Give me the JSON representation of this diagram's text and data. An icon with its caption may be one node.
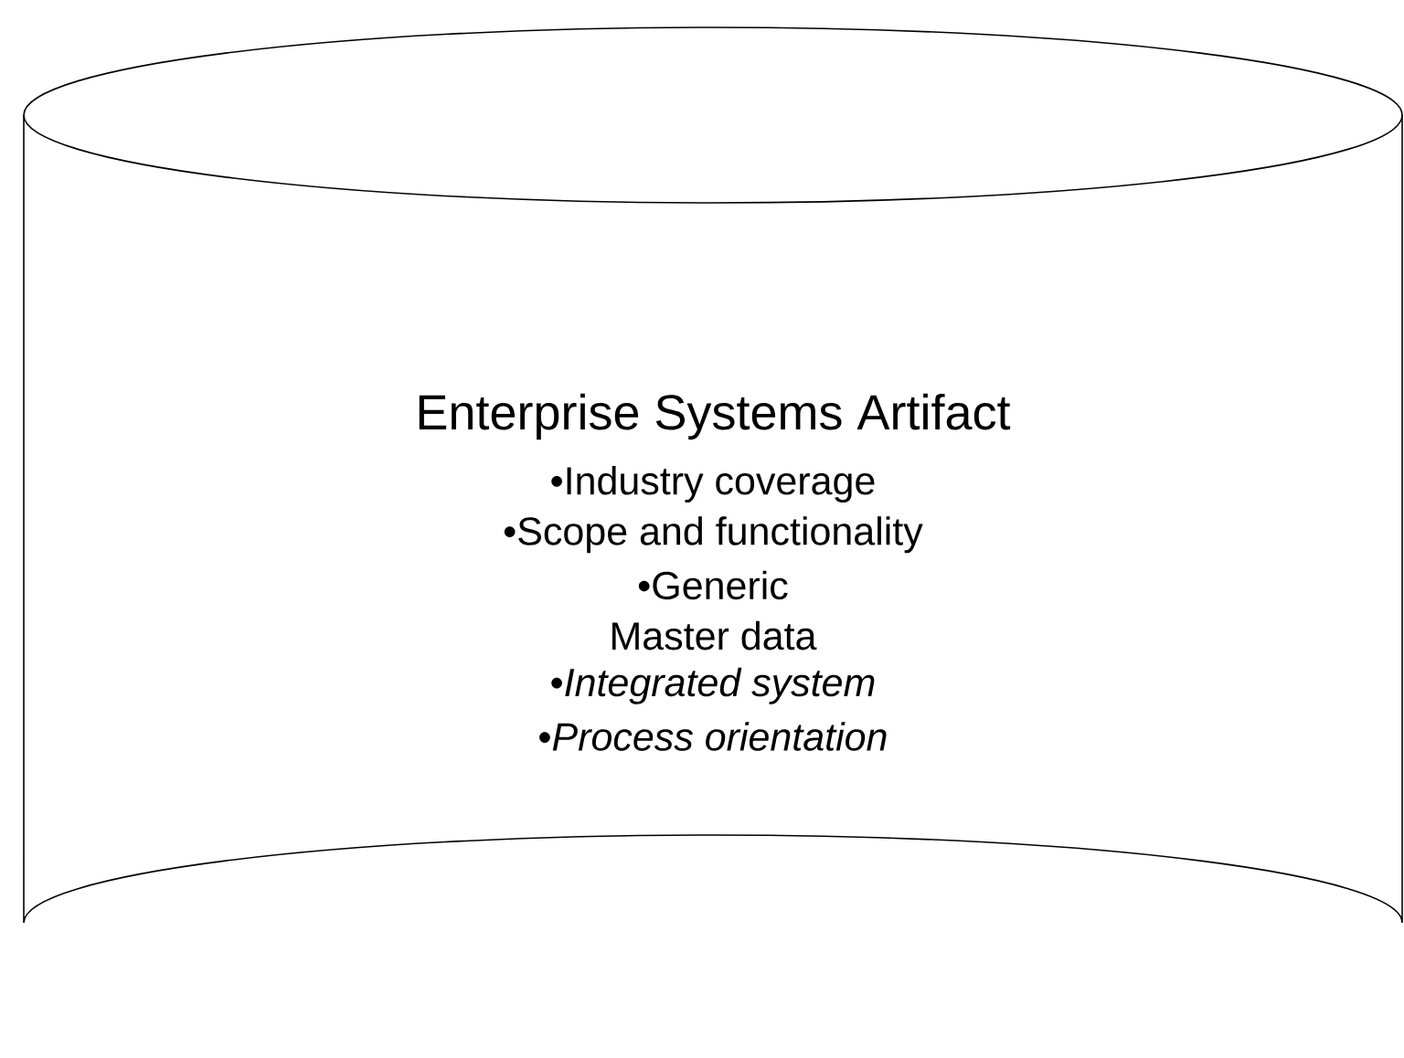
{
  "diagram": {
    "nodes": [
      {
        "text": [
          "Enterprise Systems Artifact",
          "•Industry coverage",
          "•Scope and functionality",
          "•Generic",
          "Master data",
          "•*Integrated system*",
          "•*Process orientation*"
        ]
      }
    ]
  }
}
